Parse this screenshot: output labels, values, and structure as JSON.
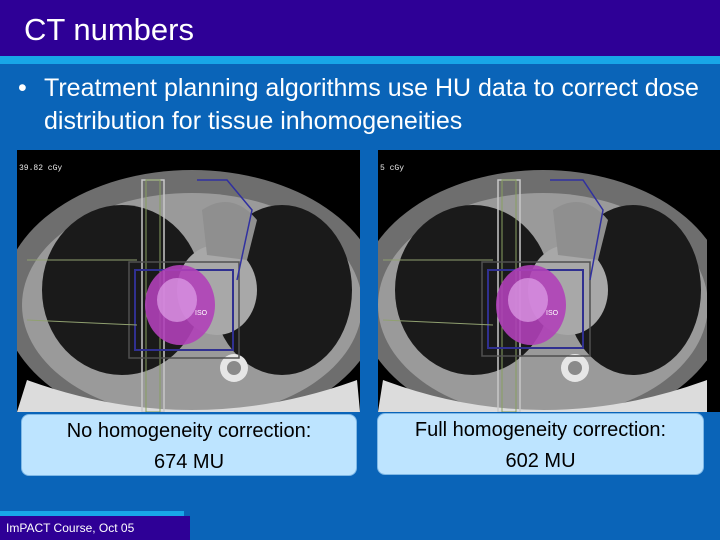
{
  "slide": {
    "title": "CT numbers",
    "bullet_symbol": "•",
    "bullet_text": "Treatment planning algorithms use HU data to correct dose distribution for tissue inhomogeneities",
    "footer": "ImPACT Course, Oct 05"
  },
  "images": [
    {
      "dose_label": "39.82 cGy",
      "iso_label": "ISO",
      "caption_line1": "No homogeneity correction:",
      "caption_line2": "674 MU"
    },
    {
      "dose_label": "5 cGy",
      "iso_label": "ISO",
      "caption_line1": "Full homogeneity correction:",
      "caption_line2": "602 MU"
    }
  ],
  "colors": {
    "background": "#0a64b8",
    "title_bar": "#2e0096",
    "accent": "#18a6e8",
    "caption_box": "#bde4ff",
    "tumor": "#c040c8"
  }
}
